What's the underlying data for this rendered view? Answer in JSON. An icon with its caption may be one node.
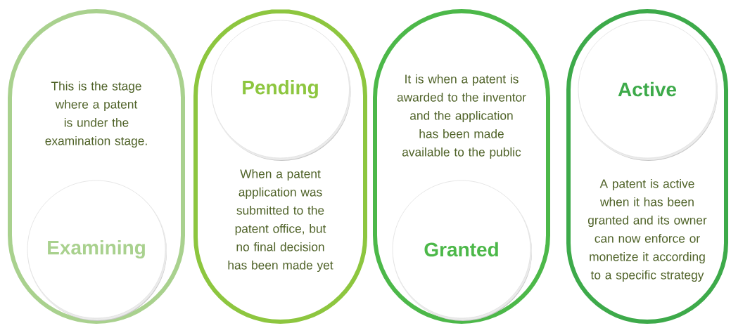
{
  "diagram": {
    "nodes": [
      {
        "text": [
          "This is the stage where a patent is under the examination stage."
        ]
      },
      {
        "text": [
          "Examining"
        ],
        "in": 0
      },
      {
        "text": [
          "When a patent application was submitted to the patent office, but no final decision has been made yet"
        ]
      },
      {
        "text": [
          "Pending"
        ],
        "in": 2
      },
      {
        "text": [
          "It is when a patent is awarded to the inventor and the application has been made available to the public"
        ]
      },
      {
        "text": [
          "Granted"
        ],
        "in": 4
      },
      {
        "text": [
          "A patent is active when it has been granted and its owner can now enforce or monetize it according to a specific strategy"
        ]
      },
      {
        "text": [
          "Active"
        ],
        "in": 6
      }
    ]
  }
}
